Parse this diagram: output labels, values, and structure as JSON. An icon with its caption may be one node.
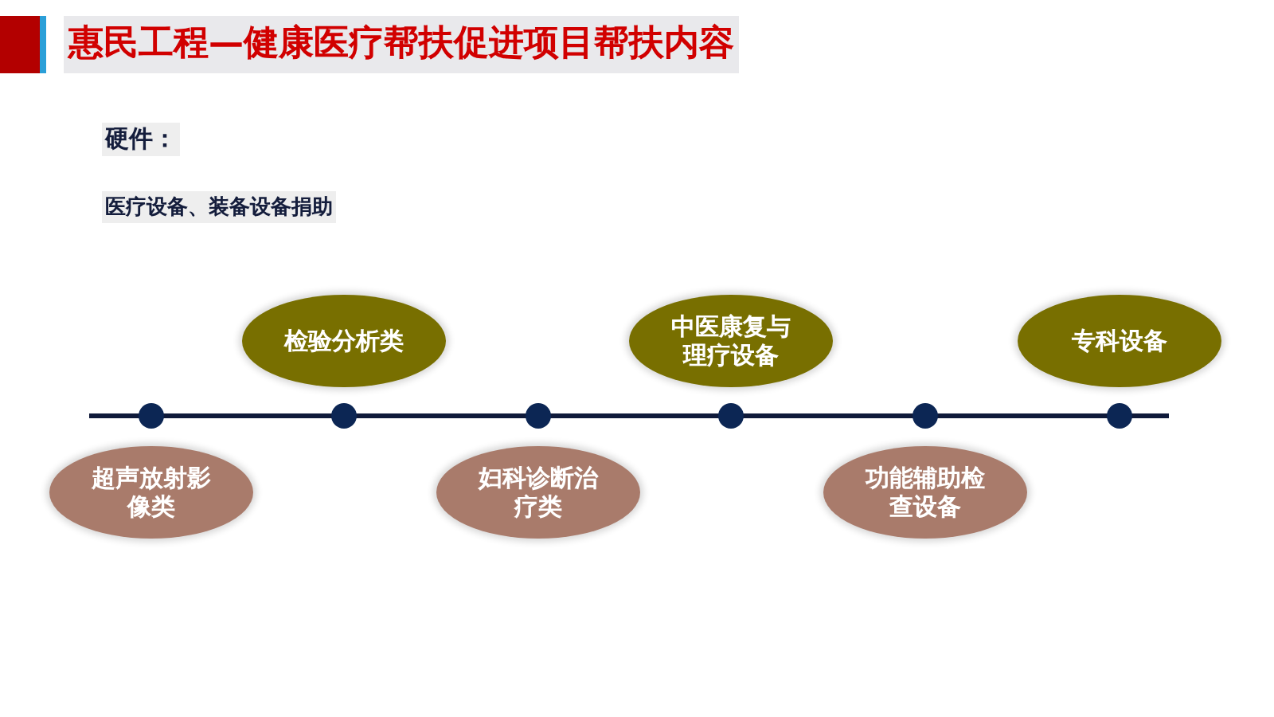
{
  "diagram": {
    "title": "惠民工程—健康医疗帮扶促进项目帮扶内容",
    "nodes": [
      {
        "text": [
          "超声放射影像类"
        ]
      },
      {
        "text": [
          "检验分析类"
        ]
      },
      {
        "text": [
          "妇科诊断治疗类"
        ]
      },
      {
        "text": [
          "中医康复与理疗设备"
        ]
      },
      {
        "text": [
          "功能辅助检查设备"
        ]
      },
      {
        "text": [
          "专科设备"
        ]
      }
    ],
    "labels": [
      "硬件：",
      "医疗设备、装备设备捐助"
    ]
  }
}
